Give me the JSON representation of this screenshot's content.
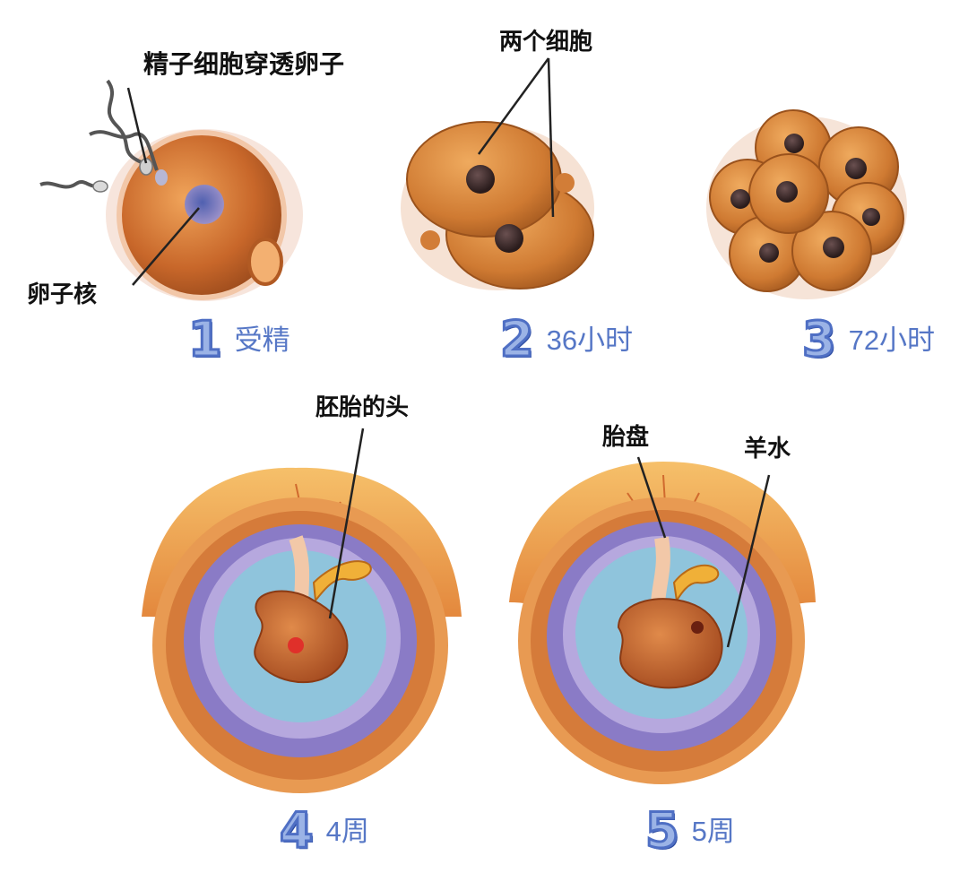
{
  "stages": [
    {
      "num": "1",
      "caption": "受精"
    },
    {
      "num": "2",
      "caption": "36小时"
    },
    {
      "num": "3",
      "caption": "72小时"
    },
    {
      "num": "4",
      "caption": "4周"
    },
    {
      "num": "5",
      "caption": "5周"
    }
  ],
  "labels": {
    "sperm_penetrates": "精子细胞穿透卵子",
    "egg_nucleus": "卵子核",
    "two_cells": "两个细胞",
    "embryo_head": "胚胎的头",
    "placenta": "胎盘",
    "amniotic_fluid": "羊水"
  },
  "colors": {
    "cell_orange": "#c8672a",
    "nucleus": "#3a2a2a",
    "amnion_blue": "#8fc4dc",
    "membrane_purple": "#8a7bc6",
    "caption_blue": "#5677c6"
  }
}
